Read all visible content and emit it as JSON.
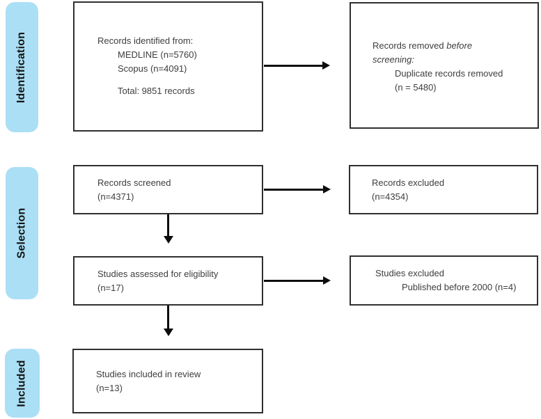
{
  "diagram": {
    "type": "prisma-flow",
    "stages": [
      {
        "label": "Identification"
      },
      {
        "label": "Selection"
      },
      {
        "label": "Included"
      }
    ],
    "boxes": {
      "records_identified": {
        "title": "Records identified from:",
        "source1": "MEDLINE (n=5760)",
        "source2": "Scopus (n=4091)",
        "total": "Total: 9851 records"
      },
      "records_removed": {
        "line1_regular": "Records removed ",
        "line1_italic": "before",
        "line2_italic": "screening:",
        "reason": "Duplicate records removed",
        "count": "(n = 5480)"
      },
      "records_screened": {
        "title": "Records screened",
        "count": "(n=4371)"
      },
      "records_excluded": {
        "title": "Records excluded",
        "count": "(n=4354)"
      },
      "studies_assessed": {
        "title": "Studies assessed for eligibility",
        "count": "(n=17)"
      },
      "studies_excluded": {
        "title": "Studies excluded",
        "reason": "Published before 2000 (n=4)"
      },
      "studies_included": {
        "title": "Studies included in review",
        "count": "(n=13)"
      }
    },
    "colors": {
      "stage_bg": "#abdff5",
      "box_border": "#2f2f2f",
      "text": "#3d3d3d",
      "arrow": "#0d0d0d",
      "background": "#ffffff"
    }
  }
}
